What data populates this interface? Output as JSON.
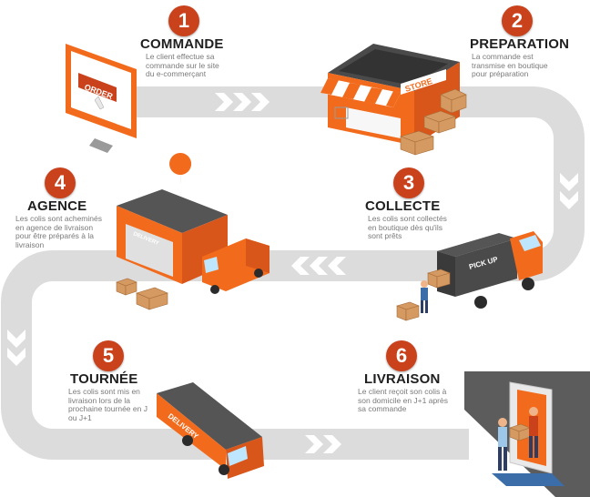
{
  "colors": {
    "accent": "#c9421c",
    "orange": "#f26b1d",
    "road": "#d9d9d9",
    "arrow": "#ffffff"
  },
  "steps": [
    {
      "number": "1",
      "title": "COMMANDE",
      "lines": [
        "Le client effectue sa",
        "commande sur le site",
        "du e-commerçant"
      ]
    },
    {
      "number": "2",
      "title": "PREPARATION",
      "lines": [
        "La commande est",
        "transmise en boutique",
        "pour préparation"
      ]
    },
    {
      "number": "3",
      "title": "COLLECTE",
      "lines": [
        "Les colis sont collectés",
        "en boutique dès qu'ils",
        "sont prêts"
      ]
    },
    {
      "number": "4",
      "title": "AGENCE",
      "lines": [
        "Les colis sont acheminés",
        "en agence de livraison",
        "pour être préparés à la",
        "livraison"
      ]
    },
    {
      "number": "5",
      "title": "TOURNÉE",
      "lines": [
        "Les colis sont mis en",
        "livraison lors de la",
        "prochaine tournée en J",
        "ou J+1"
      ]
    },
    {
      "number": "6",
      "title": "LIVRAISON",
      "lines": [
        "Le client reçoit son colis à",
        "son domicile en J+1 après",
        "sa commande"
      ]
    }
  ],
  "illustrations": {
    "order_screen_text": "ORDER",
    "store_sign_text": "STORE",
    "pickup_truck_text": "PICK UP",
    "agency_sign_text": "DELIVERY",
    "delivery_van_text": "DELIVERY"
  }
}
